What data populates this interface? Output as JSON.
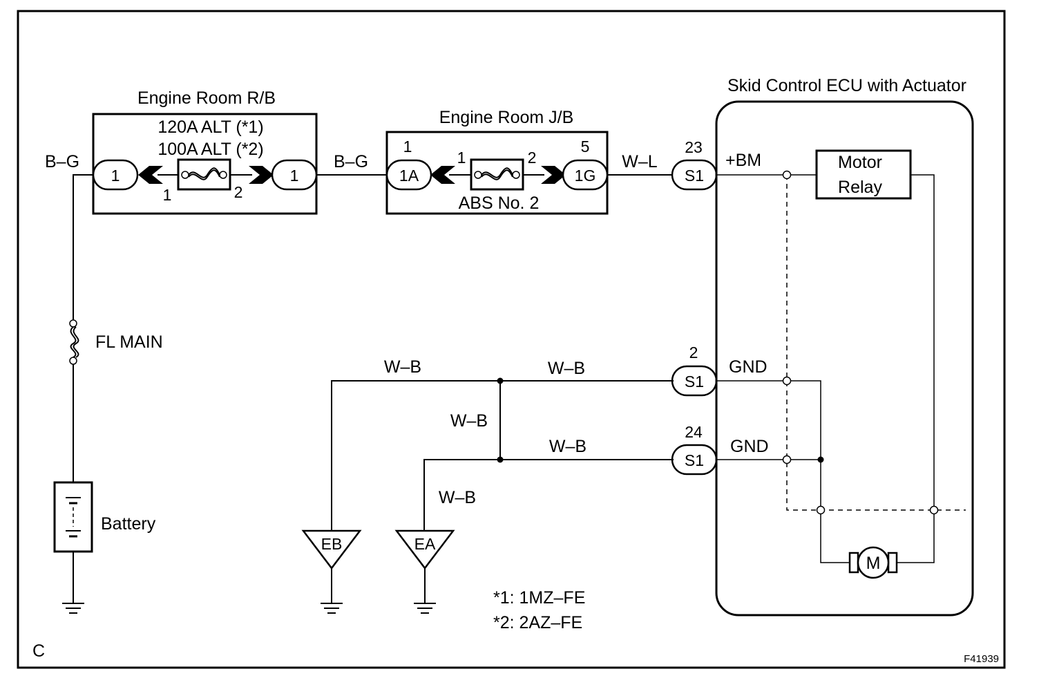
{
  "frame": {
    "corner_label": "C",
    "figure_id": "F41939"
  },
  "engine_room_rb": {
    "title": "Engine Room R/B",
    "fuse_line1": "120A ALT (*1)",
    "fuse_line2": "100A ALT (*2)",
    "left_connector": "1",
    "right_connector": "1",
    "terminal_left": "1",
    "terminal_right": "2"
  },
  "engine_room_jb": {
    "title": "Engine Room J/B",
    "fuse_name": "ABS No. 2",
    "left_connector": "1A",
    "right_connector": "1G",
    "left_pin": "1",
    "right_pin": "5",
    "terminal_left": "1",
    "terminal_right": "2"
  },
  "wires": {
    "bg_left": "B–G",
    "bg_mid": "B–G",
    "wl": "W–L",
    "wb_top_left": "W–B",
    "wb_top_right": "W–B",
    "wb_vertical": "W–B",
    "wb_bottom_right": "W–B",
    "wb_ea": "W–B"
  },
  "fusible_link": "FL MAIN",
  "battery": "Battery",
  "grounds": [
    "EB",
    "EA"
  ],
  "ecu": {
    "title": "Skid Control ECU with Actuator",
    "motor_relay_line1": "Motor",
    "motor_relay_line2": "Relay",
    "motor": "M",
    "terminals": [
      {
        "pin": "23",
        "connector": "S1",
        "signal": "+BM"
      },
      {
        "pin": "2",
        "connector": "S1",
        "signal": "GND"
      },
      {
        "pin": "24",
        "connector": "S1",
        "signal": "GND"
      }
    ]
  },
  "notes": [
    "*1: 1MZ–FE",
    "*2: 2AZ–FE"
  ]
}
